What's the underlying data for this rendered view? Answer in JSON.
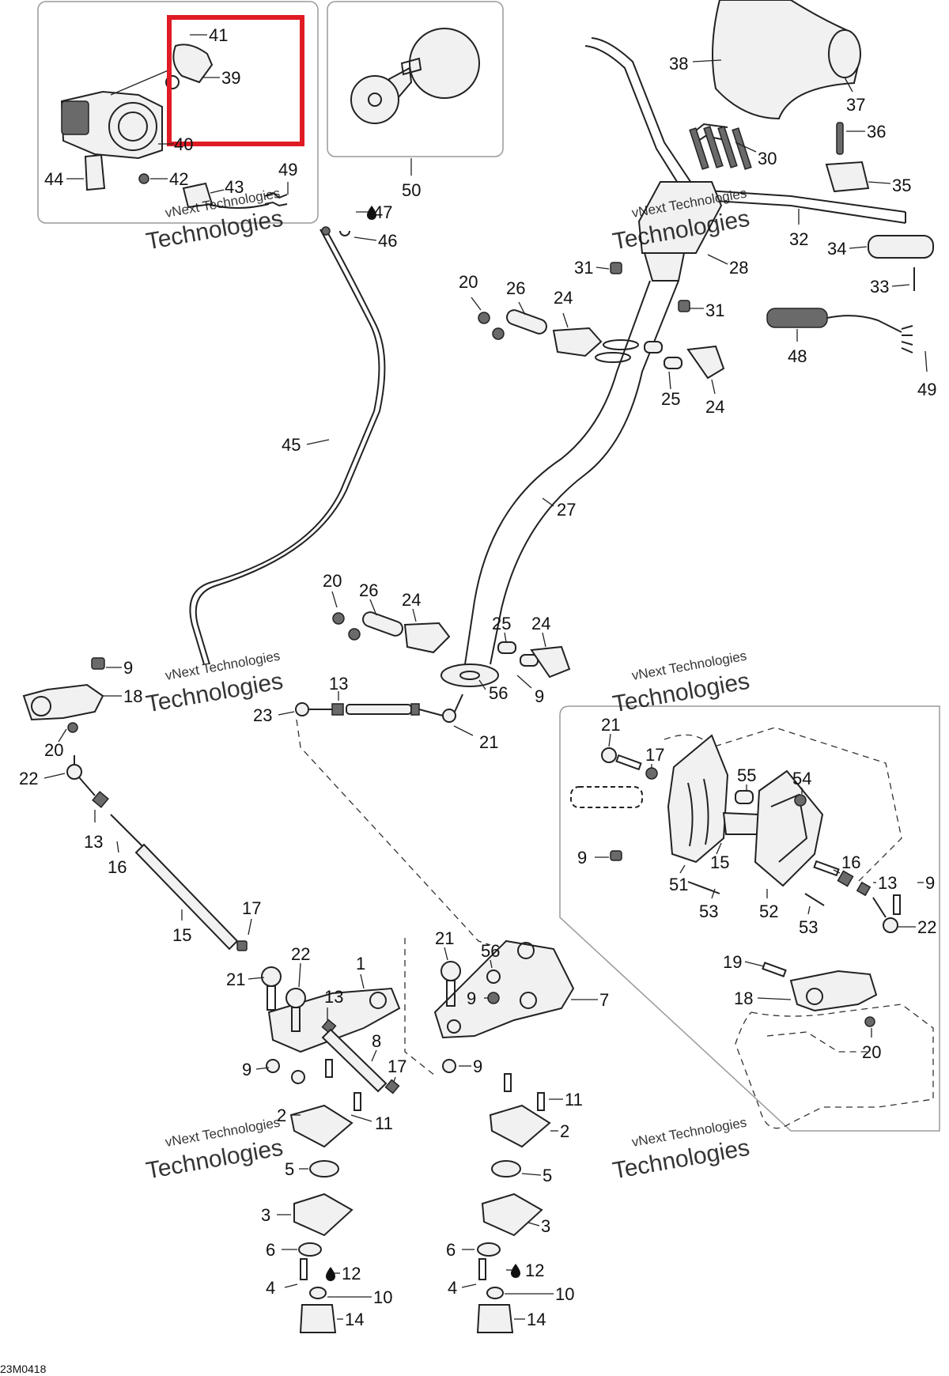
{
  "diagram": {
    "ref_code": "23M0418",
    "watermark_lines": [
      "vNext Technologies",
      "Technologies"
    ],
    "highlight_color": "#e01b24",
    "callouts": {
      "c1": "1",
      "c2a": "2",
      "c2b": "2",
      "c3a": "3",
      "c3b": "3",
      "c4a": "4",
      "c4b": "4",
      "c5a": "5",
      "c5b": "5",
      "c6a": "6",
      "c6b": "6",
      "c7": "7",
      "c8": "8",
      "c9a": "9",
      "c9b": "9",
      "c9c": "9",
      "c9d": "9",
      "c9e": "9",
      "c9f": "9",
      "c9g": "9",
      "c10a": "10",
      "c10b": "10",
      "c11a": "11",
      "c11b": "11",
      "c12a": "12",
      "c12b": "12",
      "c13a": "13",
      "c13b": "13",
      "c13c": "13",
      "c13d": "13",
      "c14a": "14",
      "c14b": "14",
      "c15a": "15",
      "c15b": "15",
      "c16a": "16",
      "c16b": "16",
      "c17a": "17",
      "c17b": "17",
      "c17c": "17",
      "c18a": "18",
      "c18b": "18",
      "c19": "19",
      "c20a": "20",
      "c20b": "20",
      "c20c": "20",
      "c20d": "20",
      "c21a": "21",
      "c21b": "21",
      "c21c": "21",
      "c21d": "21",
      "c22a": "22",
      "c22b": "22",
      "c22c": "22",
      "c23": "23",
      "c24a": "24",
      "c24b": "24",
      "c24c": "24",
      "c24d": "24",
      "c25a": "25",
      "c25b": "25",
      "c26a": "26",
      "c26b": "26",
      "c27": "27",
      "c28": "28",
      "c30": "30",
      "c31a": "31",
      "c31b": "31",
      "c32": "32",
      "c33": "33",
      "c34": "34",
      "c35": "35",
      "c36": "36",
      "c37": "37",
      "c38": "38",
      "c39": "39",
      "c40": "40",
      "c41": "41",
      "c42": "42",
      "c43": "43",
      "c44": "44",
      "c45": "45",
      "c46": "46",
      "c47": "47",
      "c48": "48",
      "c49a": "49",
      "c49b": "49",
      "c50": "50",
      "c51": "51",
      "c52": "52",
      "c53a": "53",
      "c53b": "53",
      "c54": "54",
      "c55": "55",
      "c56a": "56",
      "c56b": "56"
    }
  }
}
